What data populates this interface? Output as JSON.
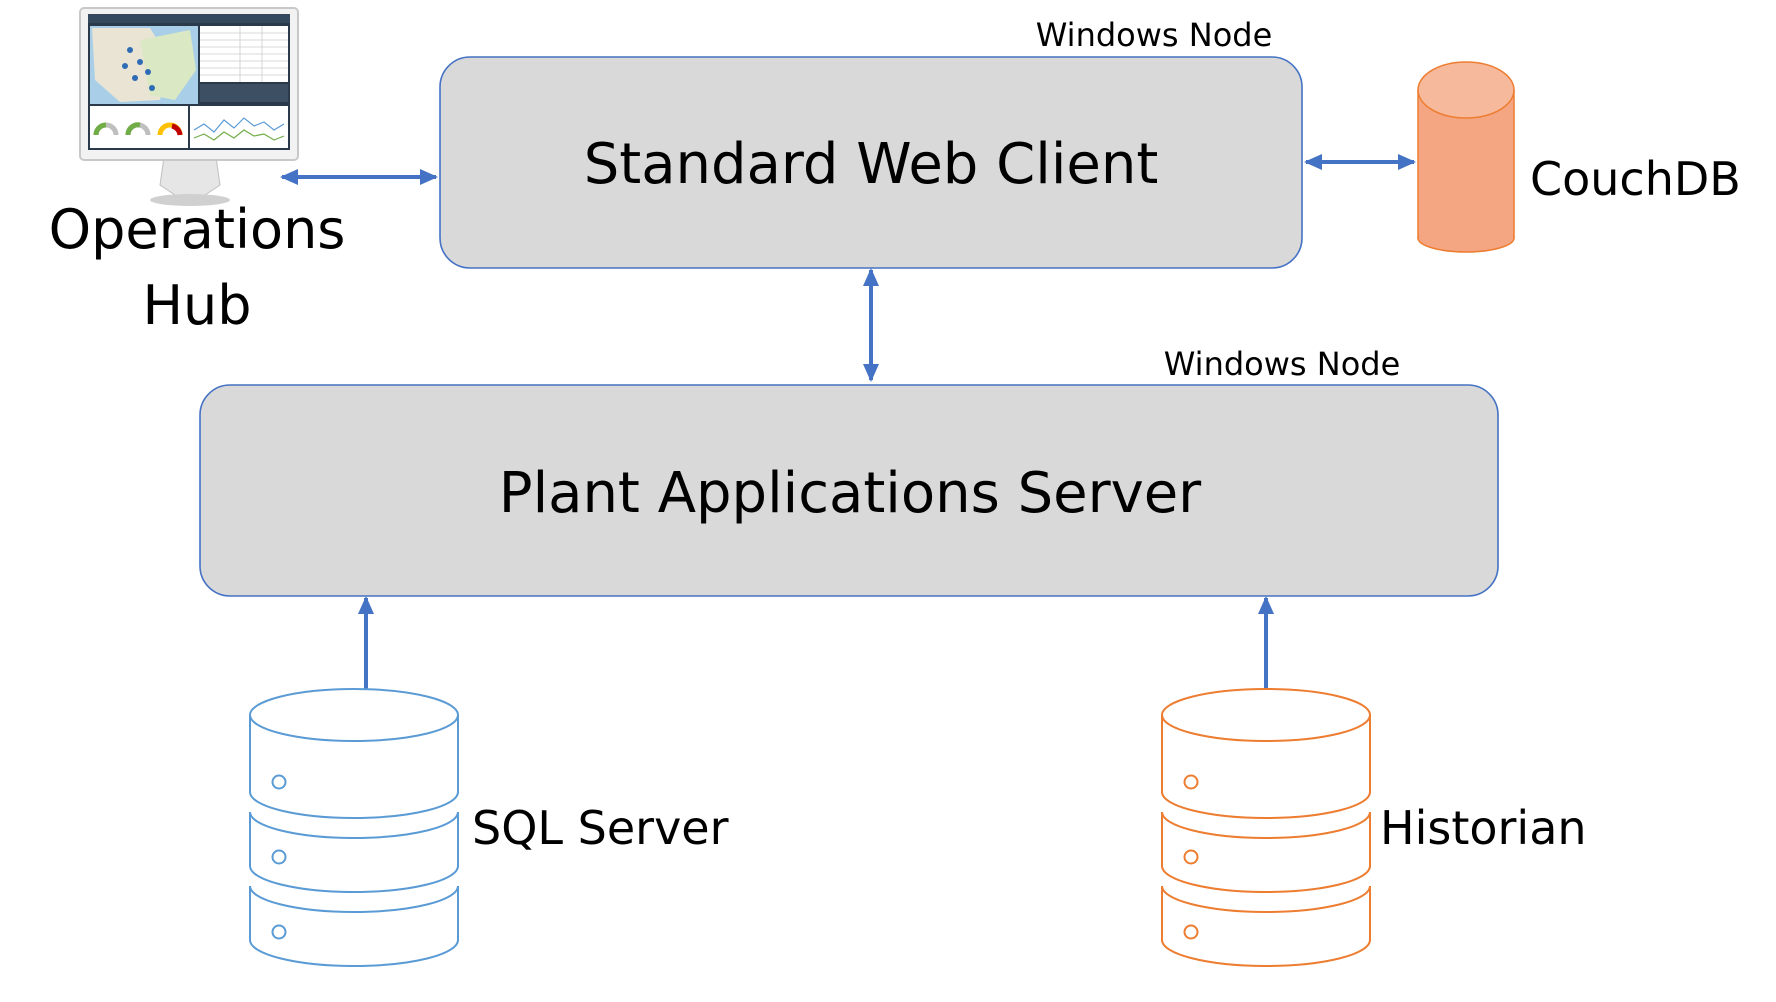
{
  "nodes": {
    "web_client": {
      "label": "Standard Web Client",
      "host_label": "Windows Node"
    },
    "plant_server": {
      "label": "Plant Applications Server",
      "host_label": "Windows Node"
    },
    "operations_hub": {
      "label_line1": "Operations",
      "label_line2": "Hub"
    },
    "couchdb": {
      "label": "CouchDB"
    },
    "sql_server": {
      "label": "SQL Server"
    },
    "historian": {
      "label": "Historian"
    }
  },
  "colors": {
    "box_fill": "#d9d9d9",
    "box_stroke": "#4472c4",
    "connector": "#4472c4",
    "couchdb_fill": "#f4a582",
    "couchdb_stroke": "#ed7d31",
    "sql_db_stroke": "#5b9bd5",
    "historian_db_stroke": "#ed7d31"
  },
  "icons": {
    "monitor": "monitor-dashboard-icon",
    "couchdb": "cylinder-database-icon",
    "sql_server": "stacked-database-icon",
    "historian": "stacked-database-icon"
  }
}
